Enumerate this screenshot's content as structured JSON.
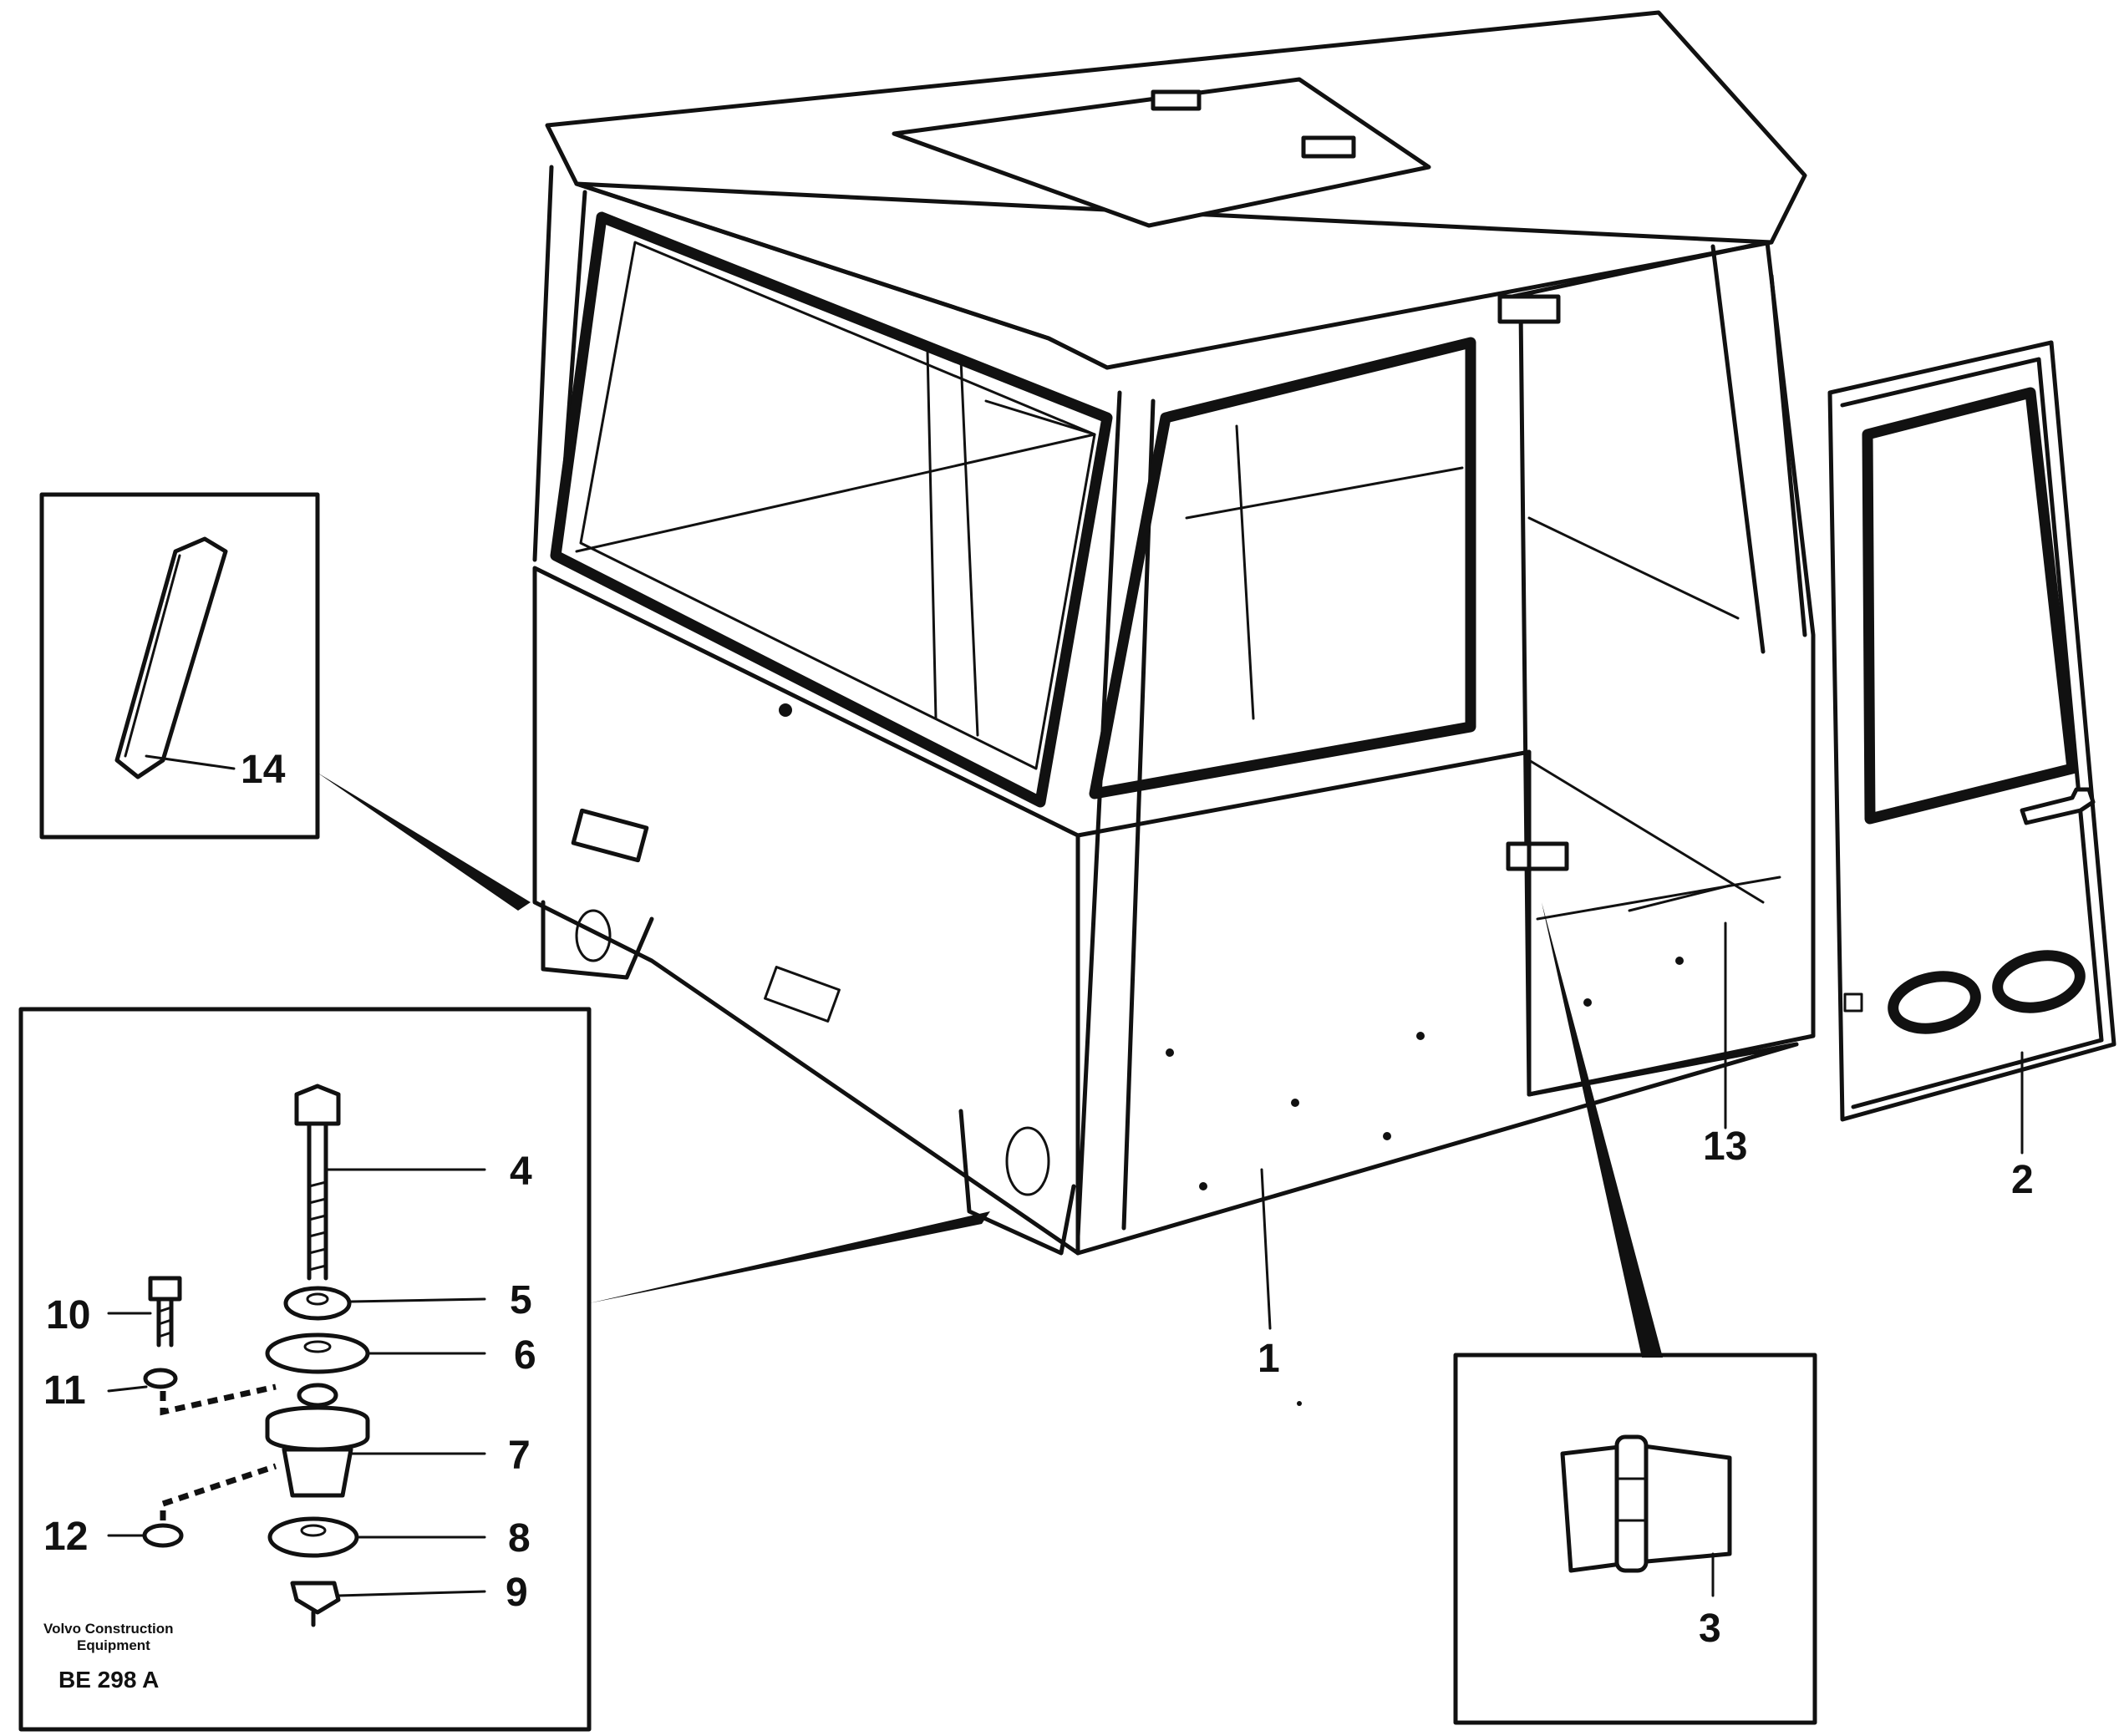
{
  "callouts": {
    "c1": "1",
    "c2": "2",
    "c3": "3",
    "c4": "4",
    "c5": "5",
    "c6": "6",
    "c7": "7",
    "c8": "8",
    "c9": "9",
    "c10": "10",
    "c11": "11",
    "c12": "12",
    "c13": "13",
    "c14": "14"
  },
  "footer": {
    "brand_line1": "Volvo Construction",
    "brand_line2": "Equipment",
    "drawing_code": "BE 298 A"
  }
}
